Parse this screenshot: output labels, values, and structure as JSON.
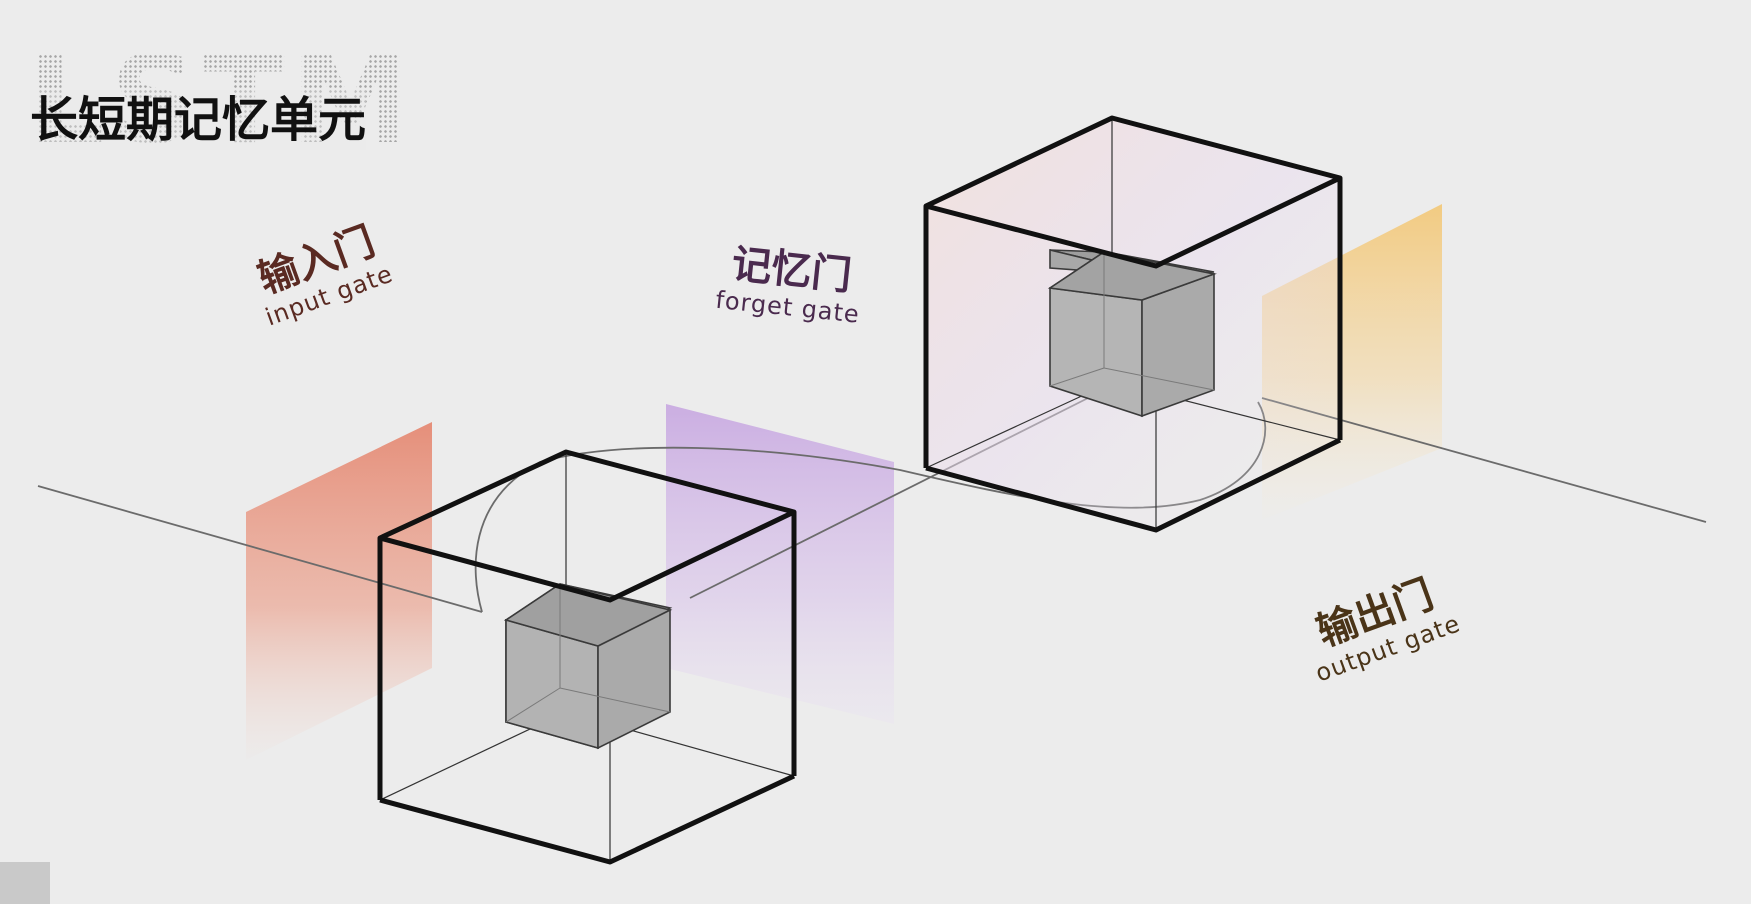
{
  "title": {
    "main": "长短期记忆单元",
    "background_text": "LSTM"
  },
  "gates": {
    "input": {
      "zh": "输入门",
      "en": "input gate",
      "color": "#e89a86"
    },
    "forget": {
      "zh": "记忆门",
      "en": "forget gate",
      "color": "#c9aee0"
    },
    "output": {
      "zh": "输出门",
      "en": "output gate",
      "color": "#f3d08c"
    }
  },
  "colors": {
    "background": "#ececec",
    "cube_outline": "#111111",
    "inner_cube_fill": "#b3b3b3",
    "line": "#6b6b6b",
    "input_text": "#5a2a22",
    "forget_text": "#4a2a4e",
    "output_text": "#4a3418"
  }
}
